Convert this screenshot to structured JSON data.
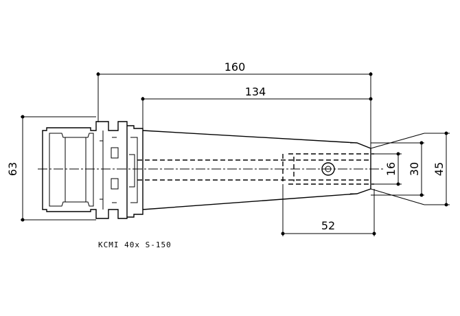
{
  "dimensions": {
    "overall_length": "160",
    "body_length": "134",
    "flange_diameter": "63",
    "bore_diameter": "16",
    "neck_diameter": "30",
    "tip_diameter": "45",
    "insert_length": "52"
  },
  "caption": "KCMI  40x S-150"
}
